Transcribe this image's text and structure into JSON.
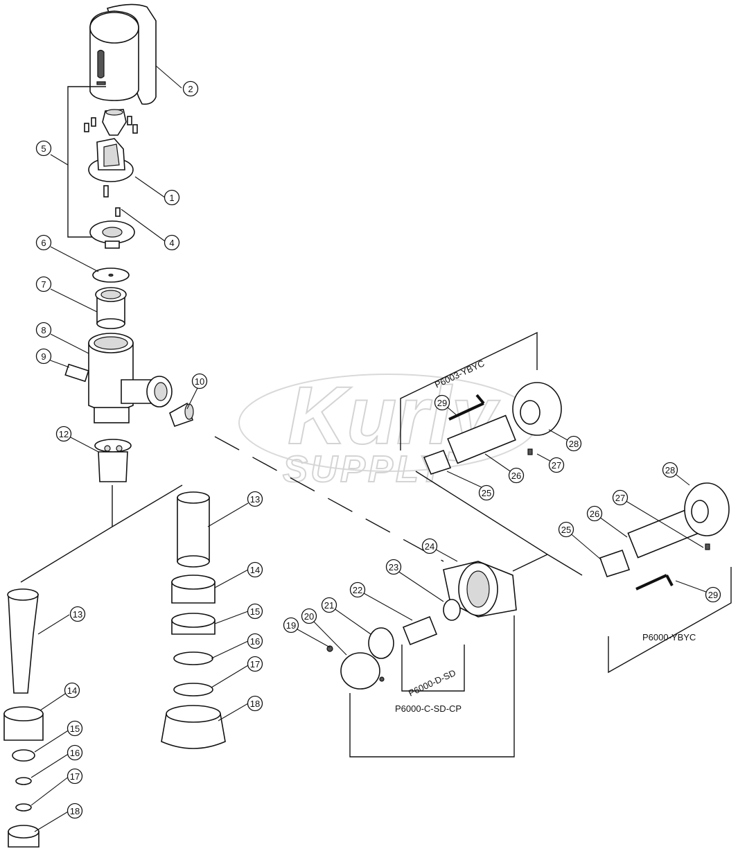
{
  "watermark": {
    "brand": "Kurly",
    "subtitle": "SUPPLY"
  },
  "kits": {
    "upper": "P6003-YBYC",
    "lower": "P6000-YBYC",
    "drill": "P6000-D-SD",
    "cap": "P6000-C-SD-CP"
  },
  "callouts": [
    "1",
    "2",
    "4",
    "5",
    "6",
    "7",
    "8",
    "9",
    "10",
    "12",
    "13",
    "14",
    "15",
    "16",
    "17",
    "18",
    "13",
    "14",
    "15",
    "16",
    "17",
    "18",
    "19",
    "20",
    "21",
    "22",
    "23",
    "24",
    "25",
    "26",
    "27",
    "28",
    "29",
    "25",
    "26",
    "27",
    "28",
    "29"
  ]
}
